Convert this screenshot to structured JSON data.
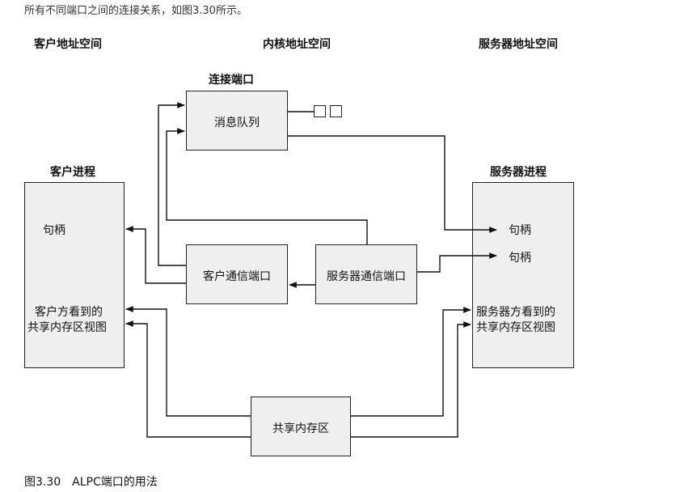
{
  "top_snippet": "所有不同端口之间的连接关系，如图3.30所示。",
  "headers": {
    "client_space": "客户地址空间",
    "kernel_space": "内核地址空间",
    "server_space": "服务器地址空间"
  },
  "connection_port": {
    "title": "连接端口",
    "queue_label": "消息队列"
  },
  "client_process": {
    "title": "客户进程",
    "handle_label": "句柄",
    "view_line1": "客户方看到的",
    "view_line2": "共享内存区视图"
  },
  "server_process": {
    "title": "服务器进程",
    "handle1_label": "句柄",
    "handle2_label": "句柄",
    "view_line1": "服务器方看到的",
    "view_line2": "共享内存区视图"
  },
  "client_comm_port": {
    "label": "客户通信端口"
  },
  "server_comm_port": {
    "label": "服务器通信端口"
  },
  "shared_section": {
    "label": "共享内存区"
  },
  "caption": "图3.30　ALPC端口的用法"
}
